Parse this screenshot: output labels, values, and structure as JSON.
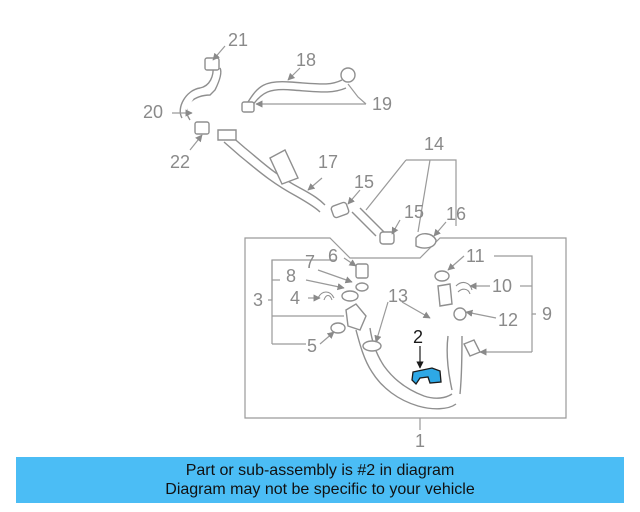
{
  "callouts": {
    "c1": "1",
    "c2": "2",
    "c3": "3",
    "c4": "4",
    "c5": "5",
    "c6": "6",
    "c7": "7",
    "c8": "8",
    "c9": "9",
    "c10": "10",
    "c11": "11",
    "c12": "12",
    "c13": "13",
    "c14": "14",
    "c15a": "15",
    "c15b": "15",
    "c16": "16",
    "c17": "17",
    "c18": "18",
    "c19": "19",
    "c20": "20",
    "c21": "21",
    "c22": "22"
  },
  "highlighted_part": "2",
  "colors": {
    "highlight_part": "#2ea8e6",
    "caption_background": "#4bbdf5",
    "line_gray": "#9a9a9a"
  },
  "caption": {
    "line1": "Part or sub-assembly is #2 in diagram",
    "line2": "Diagram may not be specific to your vehicle"
  }
}
